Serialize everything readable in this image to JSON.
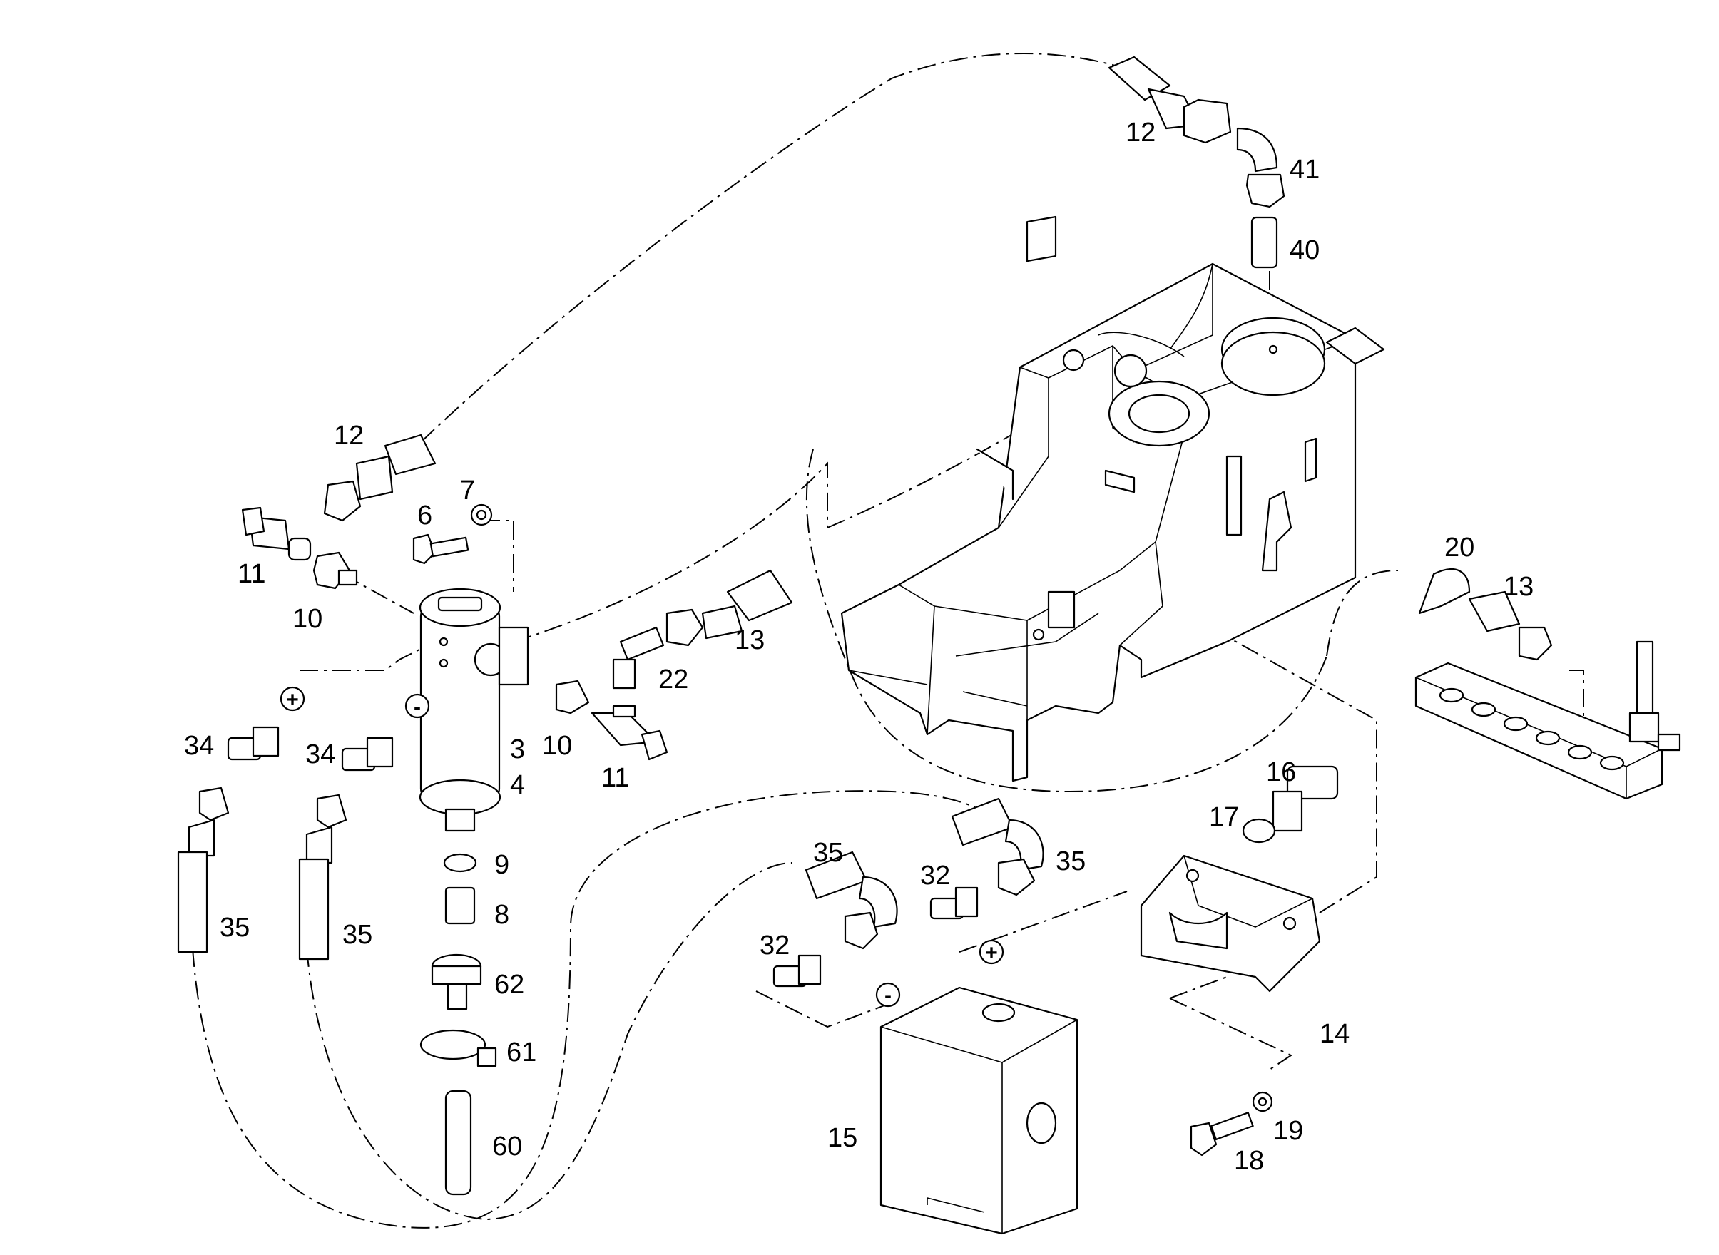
{
  "labels": {
    "l1": "12",
    "l2": "41",
    "l3": "40",
    "l4": "12",
    "l5": "7",
    "l6": "6",
    "l7": "11",
    "l8": "10",
    "l9": "13",
    "l10": "22",
    "l11": "10",
    "l12": "11",
    "l13": "3",
    "l14": "4",
    "l15": "34",
    "l16": "34",
    "l17": "35",
    "l18": "35",
    "l19": "9",
    "l20": "8",
    "l21": "62",
    "l22": "61",
    "l23": "60",
    "l24": "20",
    "l25": "13",
    "l26": "16",
    "l27": "17",
    "l28": "35",
    "l29": "35",
    "l30": "32",
    "l31": "32",
    "l32": "14",
    "l33": "15",
    "l34": "18",
    "l35": "19"
  },
  "polarity": {
    "plus": "+",
    "minus": "-"
  }
}
